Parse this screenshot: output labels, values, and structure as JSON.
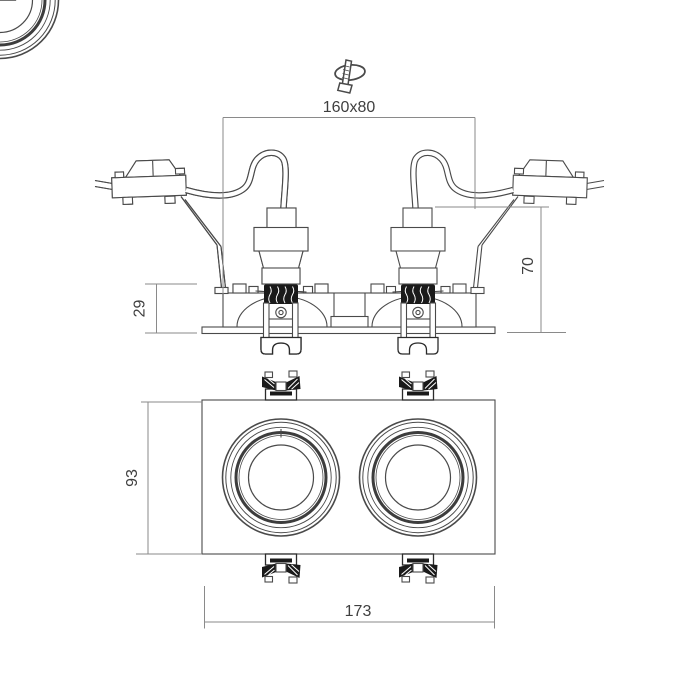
{
  "dims": {
    "cutout": "160x80",
    "recess_depth": "29",
    "height": "70",
    "front_height": "93",
    "front_width": "173"
  },
  "icons": {
    "cutout_saw": "cutout-saw-icon"
  },
  "colors": {
    "bg": "#ffffff",
    "line": "#4a4a4a",
    "line-dark": "#2b2b2b",
    "dim-line": "#8a8a8a",
    "text": "#3f3f3f",
    "dark-fill": "#1a1a1a"
  }
}
